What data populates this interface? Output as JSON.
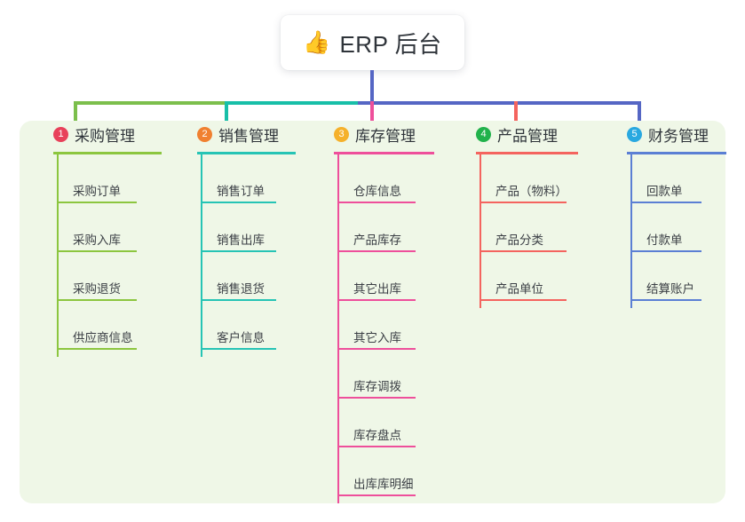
{
  "root": {
    "icon": "thumbs-up-icon",
    "icon_glyph": "👍",
    "title": "ERP 后台"
  },
  "theme": {
    "page_background": "#ffffff",
    "panel_background": "#eff7e7",
    "text_color": "#3b3f45"
  },
  "connectors": {
    "stem_color": "#5566c4",
    "bus_segments": [
      {
        "color": "#7cbf4c"
      },
      {
        "color": "#18bfa8"
      },
      {
        "color": "#5566c4"
      }
    ],
    "drop_colors": [
      "#7cbf4c",
      "#18bfa8",
      "#ee4f9b",
      "#f4645f",
      "#5566c4"
    ]
  },
  "columns": [
    {
      "index": "1",
      "badge_color": "#e8415a",
      "line_color": "#8cc63f",
      "title": "采购管理",
      "items": [
        {
          "label": "采购订单"
        },
        {
          "label": "采购入库"
        },
        {
          "label": "采购退货"
        },
        {
          "label": "供应商信息"
        }
      ]
    },
    {
      "index": "2",
      "badge_color": "#f08030",
      "line_color": "#26c4b5",
      "title": "销售管理",
      "items": [
        {
          "label": "销售订单"
        },
        {
          "label": "销售出库"
        },
        {
          "label": "销售退货"
        },
        {
          "label": "客户信息"
        }
      ]
    },
    {
      "index": "3",
      "badge_color": "#f5b12b",
      "line_color": "#ee4f9b",
      "title": "库存管理",
      "items": [
        {
          "label": "仓库信息"
        },
        {
          "label": "产品库存"
        },
        {
          "label": "其它出库"
        },
        {
          "label": "其它入库"
        },
        {
          "label": "库存调拨"
        },
        {
          "label": "库存盘点"
        },
        {
          "label": "出库库明细"
        }
      ]
    },
    {
      "index": "4",
      "badge_color": "#21b24b",
      "line_color": "#f4645f",
      "title": "产品管理",
      "items": [
        {
          "label": "产品（物料）"
        },
        {
          "label": "产品分类"
        },
        {
          "label": "产品单位"
        }
      ]
    },
    {
      "index": "5",
      "badge_color": "#29a8e0",
      "line_color": "#5b7fd4",
      "title": "财务管理",
      "items": [
        {
          "label": "回款单"
        },
        {
          "label": "付款单"
        },
        {
          "label": "结算账户"
        }
      ]
    }
  ]
}
